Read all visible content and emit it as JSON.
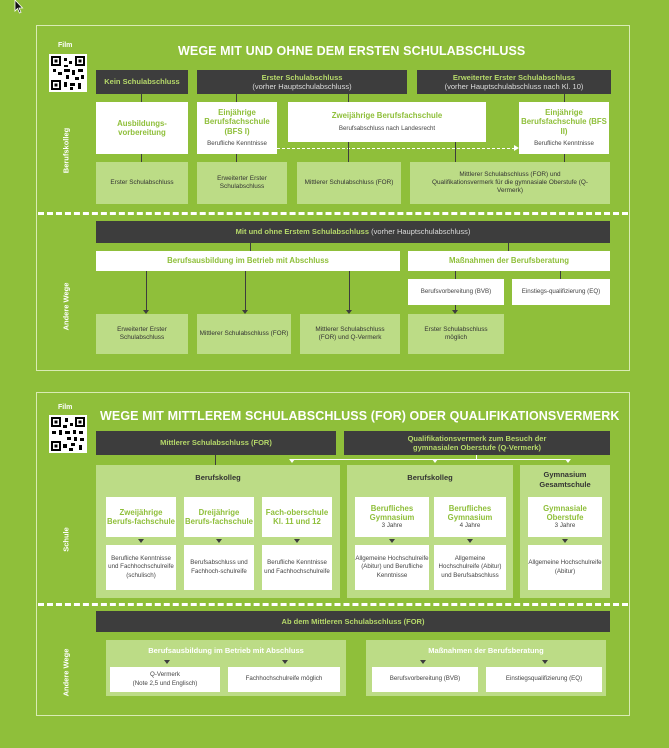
{
  "s1": {
    "film": "Film",
    "title": "WEGE MIT UND OHNE DEM ERSTEN SCHULABSCHLUSS",
    "side_top": "Berufskolleg",
    "side_bottom": "Andere Wege",
    "h_kein": "Kein Schulabschluss",
    "h_erster": "Erster Schulabschluss",
    "h_erster_sub": "(vorher Hauptschulabschluss)",
    "h_erw": "Erweiterter Erster Schulabschluss",
    "h_erw_sub": "(vorher Hauptschulabschluss nach Kl. 10)",
    "w1_head": "Ausbildungs-vorbereitung",
    "w2_head": "Einjährige Berufsfachschule (BFS I)",
    "w2_text": "Berufliche Kenntnisse",
    "w3_head": "Zweijährige Berufsfachschule",
    "w3_text": "Berufsabschluss nach Landesrecht",
    "w4_head": "Einjährige Berufsfachschule (BFS II)",
    "w4_text": "Berufliche Kenntnisse",
    "g1": "Erster Schulabschluss",
    "g2": "Erweiterter Erster Schulabschluss",
    "g3": "Mittlerer Schulabschluss (FOR)",
    "g4": "Mittlerer Schulabschluss (FOR) und Qualifikationsvermerk für die gymnasiale Oberstufe (Q-Vermerk)",
    "bar_main": "Mit und ohne Erstem Schulabschluss",
    "bar_sub": "(vorher Hauptschulabschluss)",
    "ausb": "Berufsausbildung im Betrieb mit Abschluss",
    "mass": "Maßnahmen der Berufsberatung",
    "bvb": "Berufsvorbereitung (BVB)",
    "eq": "Einstiegs-qualifizierung (EQ)",
    "o1": "Erweiterter Erster Schulabschluss",
    "o2": "Mittlerer Schulabschluss (FOR)",
    "o3": "Mittlerer Schulabschluss (FOR) und Q-Vermerk",
    "o4": "Erster Schulabschluss möglich"
  },
  "s2": {
    "film": "Film",
    "title": "WEGE MIT MITTLEREM SCHULABSCHLUSS (FOR) ODER QUALIFIKATIONSVERMERK",
    "side_top": "Schule",
    "side_bottom": "Andere Wege",
    "h_msa": "Mittlerer Schulabschluss (FOR)",
    "h_qv": "Qualifikationsvermerk zum Besuch der gymnasialen Oberstufe (Q-Vermerk)",
    "bk1": "Berufskolleg",
    "bk2": "Berufskolleg",
    "gym": "Gymnasium Gesamtschule",
    "c1_head": "Zweijährige Berufs-fachschule",
    "c2_head": "Dreijährige Berufs-fachschule",
    "c3_head": "Fach-oberschule Kl. 11 und 12",
    "c4_head": "Berufliches Gymnasium",
    "c4_sub": "3 Jahre",
    "c5_head": "Berufliches Gymnasium",
    "c5_sub": "4 Jahre",
    "c6_head": "Gymnasiale Oberstufe",
    "c6_sub": "3 Jahre",
    "r1": "Berufliche Kenntnisse und Fachhochschulreife (schulisch)",
    "r2": "Berufsabschluss und Fachhoch-schulreife",
    "r3": "Berufliche Kenntnisse und Fachhochschulreife",
    "r4": "Allgemeine Hochschulreife (Abitur) und Berufliche Kenntnisse",
    "r5": "Allgemeine Hochschulreife (Abitur) und Berufsabschluss",
    "r6": "Allgemeine Hochschulreife (Abitur)",
    "bar": "Ab dem Mittleren Schulabschluss (FOR)",
    "ausb": "Berufsausbildung im Betrieb mit Abschluss",
    "mass": "Maßnahmen der Berufsberatung",
    "qverm": "Q-Vermerk",
    "qverm_sub": "(Note 2,5 und Englisch)",
    "fhr": "Fachhochschulreife möglich",
    "bvb": "Berufsvorbereitung (BVB)",
    "eq": "Einstiegsqualifizierung (EQ)"
  },
  "colors": {
    "background": "#8fbf3a",
    "dark": "#3d3d3d",
    "accent": "#b6d96a",
    "light": "#bcdc86"
  },
  "icons": [
    "cursor-icon",
    "qr-code-icon"
  ]
}
